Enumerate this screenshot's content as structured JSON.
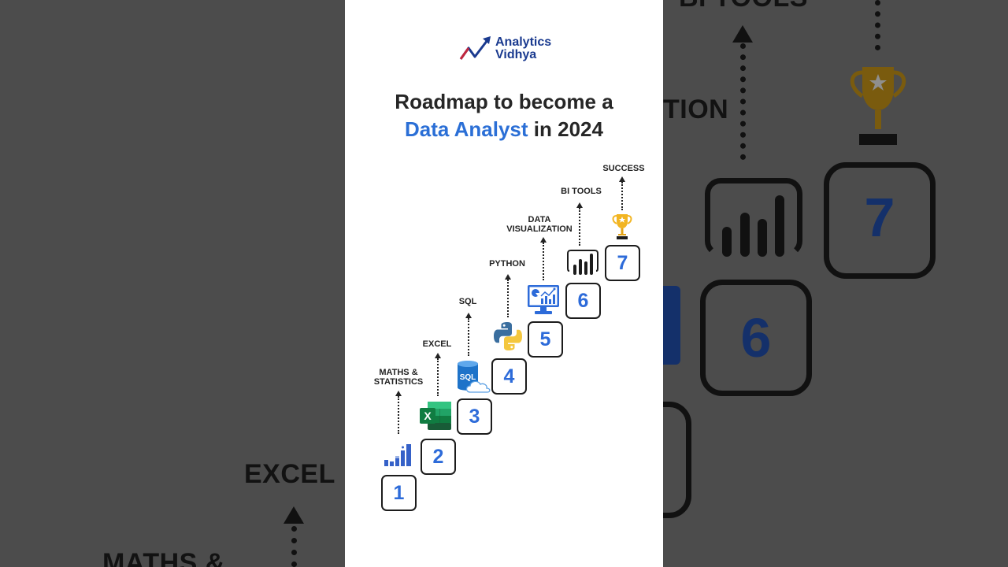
{
  "brand": {
    "name_line1": "Analytics",
    "name_line2": "Vidhya",
    "logo_icon": "trend-arrow-icon",
    "color": "#1a3a8f"
  },
  "title": {
    "line1": "Roadmap to become a",
    "accent": "Data Analyst",
    "line2_rest": " in 2024",
    "accent_color": "#2b6fd6"
  },
  "steps": [
    {
      "number": "1",
      "label": "MATHS &\nSTATISTICS",
      "label_line1": "MATHS &",
      "label_line2": "STATISTICS",
      "icon": "bar-chart-icon"
    },
    {
      "number": "2",
      "label": "EXCEL",
      "icon": "excel-icon"
    },
    {
      "number": "3",
      "label": "SQL",
      "icon": "sql-database-icon"
    },
    {
      "number": "4",
      "label": "PYTHON",
      "icon": "python-icon"
    },
    {
      "number": "5",
      "label": "DATA VISUALIZATION",
      "label_line1": "DATA",
      "label_line2": "VISUALIZATION",
      "icon": "dashboard-monitor-icon"
    },
    {
      "number": "6",
      "label": "BI TOOLS",
      "icon": "power-bi-icon"
    },
    {
      "number": "7",
      "label": "SUCCESS",
      "icon": "trophy-icon"
    }
  ],
  "backdrop": {
    "left_label_excel": "EXCEL",
    "left_label_maths": "MATHS &",
    "right_label_partial": "TION",
    "right_label_top": "BI TOOLS",
    "right_num_7": "7",
    "right_num_6": "6"
  },
  "colors": {
    "number_blue": "#2d6bd9",
    "backdrop_gray": "#4c4c4c",
    "panel_bg": "#ffffff",
    "trophy_gold": "#f2b522"
  }
}
